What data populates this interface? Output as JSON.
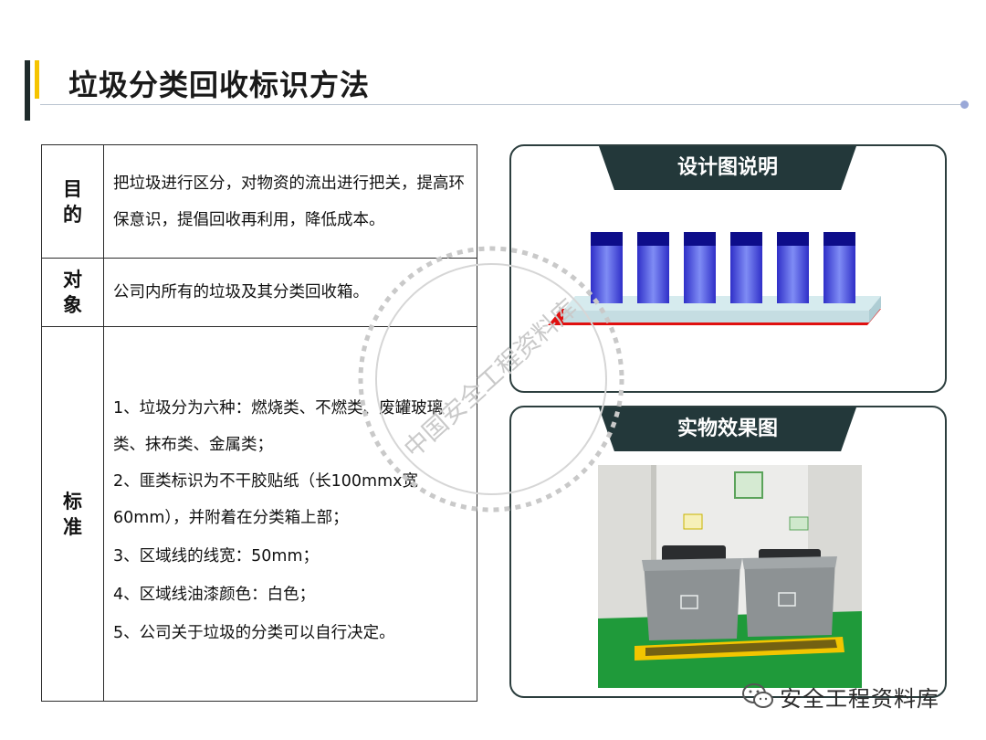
{
  "header": {
    "title": "垃圾分类回收标识方法"
  },
  "table": {
    "rows": [
      {
        "head": "目的",
        "body": "把垃圾进行区分，对物资的流出进行把关，提高环保意识，提倡回收再利用，降低成本。"
      },
      {
        "head": "对象",
        "body": "公司内所有的垃圾及其分类回收箱。"
      },
      {
        "head": "标准",
        "items": [
          "1、垃圾分为六种：燃烧类、不燃类、废罐玻璃类、抹布类、金属类；",
          "2、匪类标识为不干胶贴纸（长100mmx宽60mm），并附着在分类箱上部；",
          "3、区域线的线宽：50mm；",
          "4、区域线油漆颜色：白色；",
          "5、公司关于垃圾的分类可以自行决定。"
        ]
      }
    ]
  },
  "panels": {
    "design": {
      "title": "设计图说明",
      "bin_count": 6
    },
    "photo": {
      "title": "实物效果图"
    }
  },
  "watermark": {
    "text": "中国安全工程资料库"
  },
  "footer": {
    "brand": "安全工程资料库",
    "icon": "wechat-icon"
  },
  "colors": {
    "accent_dark": "#1f2b2b",
    "accent_yellow": "#f5c400",
    "panel_tab": "#23383a",
    "bin_blue": "#3b3bd6",
    "bin_lid": "#0d0d8a",
    "floor_line": "#e01010",
    "floor_green": "#1f9a3a",
    "hazard_yellow": "#f2c500"
  }
}
